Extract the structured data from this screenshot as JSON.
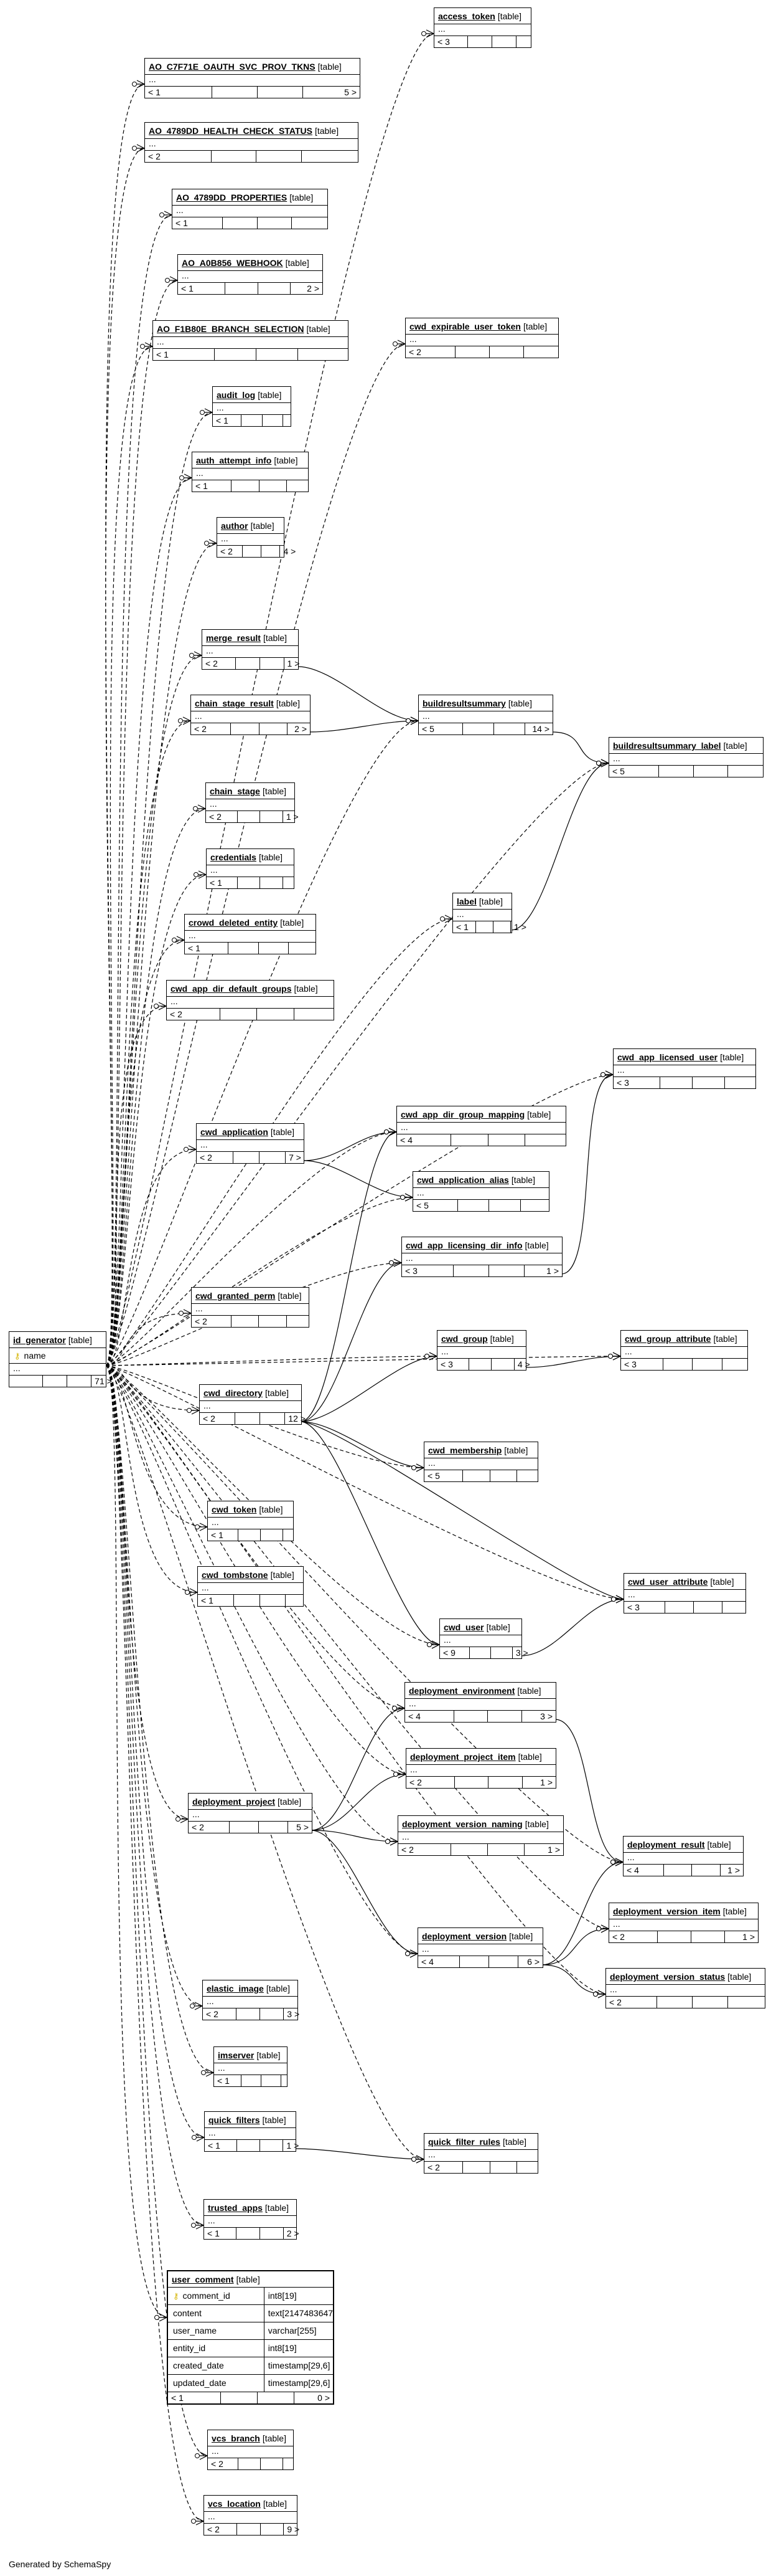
{
  "diagram": {
    "tables": [
      {
        "id": "access_token",
        "name": "access_token",
        "type": "[table]",
        "parents": "< 3",
        "children": ""
      },
      {
        "id": "ao_c7f71e",
        "name": "AO_C7F71E_OAUTH_SVC_PROV_TKNS",
        "type": "[table]",
        "parents": "< 1",
        "children": "5 >"
      },
      {
        "id": "ao_4789dd_hc",
        "name": "AO_4789DD_HEALTH_CHECK_STATUS",
        "type": "[table]",
        "parents": "< 2",
        "children": ""
      },
      {
        "id": "ao_4789dd_props",
        "name": "AO_4789DD_PROPERTIES",
        "type": "[table]",
        "parents": "< 1",
        "children": ""
      },
      {
        "id": "ao_a0b856",
        "name": "AO_A0B856_WEBHOOK",
        "type": "[table]",
        "parents": "< 1",
        "children": "2 >"
      },
      {
        "id": "ao_f1b80e",
        "name": "AO_F1B80E_BRANCH_SELECTION",
        "type": "[table]",
        "parents": "< 1",
        "children": ""
      },
      {
        "id": "cwd_expirable",
        "name": "cwd_expirable_user_token",
        "type": "[table]",
        "parents": "< 2",
        "children": ""
      },
      {
        "id": "audit_log",
        "name": "audit_log",
        "type": "[table]",
        "parents": "< 1",
        "children": ""
      },
      {
        "id": "auth_attempt",
        "name": "auth_attempt_info",
        "type": "[table]",
        "parents": "< 1",
        "children": ""
      },
      {
        "id": "author",
        "name": "author",
        "type": "[table]",
        "parents": "< 2",
        "children": "4 >"
      },
      {
        "id": "merge_result",
        "name": "merge_result",
        "type": "[table]",
        "parents": "< 2",
        "children": "1 >"
      },
      {
        "id": "chain_stage_result",
        "name": "chain_stage_result",
        "type": "[table]",
        "parents": "< 2",
        "children": "2 >"
      },
      {
        "id": "buildresultsummary",
        "name": "buildresultsummary",
        "type": "[table]",
        "parents": "< 5",
        "children": "14 >"
      },
      {
        "id": "brs_label",
        "name": "buildresultsummary_label",
        "type": "[table]",
        "parents": "< 5",
        "children": ""
      },
      {
        "id": "chain_stage",
        "name": "chain_stage",
        "type": "[table]",
        "parents": "< 2",
        "children": "1 >"
      },
      {
        "id": "credentials",
        "name": "credentials",
        "type": "[table]",
        "parents": "< 1",
        "children": ""
      },
      {
        "id": "label",
        "name": "label",
        "type": "[table]",
        "parents": "< 1",
        "children": "1 >"
      },
      {
        "id": "crowd_deleted",
        "name": "crowd_deleted_entity",
        "type": "[table]",
        "parents": "< 1",
        "children": ""
      },
      {
        "id": "cwd_app_dir_default_groups",
        "name": "cwd_app_dir_default_groups",
        "type": "[table]",
        "parents": "< 2",
        "children": ""
      },
      {
        "id": "cwd_app_licensed_user",
        "name": "cwd_app_licensed_user",
        "type": "[table]",
        "parents": "< 3",
        "children": ""
      },
      {
        "id": "cwd_application",
        "name": "cwd_application",
        "type": "[table]",
        "parents": "< 2",
        "children": "7 >"
      },
      {
        "id": "cwd_app_dir_group_mapping",
        "name": "cwd_app_dir_group_mapping",
        "type": "[table]",
        "parents": "< 4",
        "children": ""
      },
      {
        "id": "cwd_application_alias",
        "name": "cwd_application_alias",
        "type": "[table]",
        "parents": "< 5",
        "children": ""
      },
      {
        "id": "cwd_app_licensing_dir_info",
        "name": "cwd_app_licensing_dir_info",
        "type": "[table]",
        "parents": "< 3",
        "children": "1 >"
      },
      {
        "id": "cwd_granted_perm",
        "name": "cwd_granted_perm",
        "type": "[table]",
        "parents": "< 2",
        "children": ""
      },
      {
        "id": "id_generator",
        "name": "id_generator",
        "type": "[table]",
        "parents": "",
        "children": "71 >"
      },
      {
        "id": "cwd_group",
        "name": "cwd_group",
        "type": "[table]",
        "parents": "< 3",
        "children": "4 >"
      },
      {
        "id": "cwd_group_attribute",
        "name": "cwd_group_attribute",
        "type": "[table]",
        "parents": "< 3",
        "children": ""
      },
      {
        "id": "cwd_directory",
        "name": "cwd_directory",
        "type": "[table]",
        "parents": "< 2",
        "children": "12 >"
      },
      {
        "id": "cwd_membership",
        "name": "cwd_membership",
        "type": "[table]",
        "parents": "< 5",
        "children": ""
      },
      {
        "id": "cwd_token",
        "name": "cwd_token",
        "type": "[table]",
        "parents": "< 1",
        "children": ""
      },
      {
        "id": "cwd_tombstone",
        "name": "cwd_tombstone",
        "type": "[table]",
        "parents": "< 1",
        "children": ""
      },
      {
        "id": "cwd_user_attribute",
        "name": "cwd_user_attribute",
        "type": "[table]",
        "parents": "< 3",
        "children": ""
      },
      {
        "id": "cwd_user",
        "name": "cwd_user",
        "type": "[table]",
        "parents": "< 9",
        "children": "3 >"
      },
      {
        "id": "deployment_environment",
        "name": "deployment_environment",
        "type": "[table]",
        "parents": "< 4",
        "children": "3 >"
      },
      {
        "id": "deployment_project_item",
        "name": "deployment_project_item",
        "type": "[table]",
        "parents": "< 2",
        "children": "1 >"
      },
      {
        "id": "deployment_project",
        "name": "deployment_project",
        "type": "[table]",
        "parents": "< 2",
        "children": "5 >"
      },
      {
        "id": "deployment_version_naming",
        "name": "deployment_version_naming",
        "type": "[table]",
        "parents": "< 2",
        "children": "1 >"
      },
      {
        "id": "deployment_result",
        "name": "deployment_result",
        "type": "[table]",
        "parents": "< 4",
        "children": "1 >"
      },
      {
        "id": "deployment_version_item",
        "name": "deployment_version_item",
        "type": "[table]",
        "parents": "< 2",
        "children": "1 >"
      },
      {
        "id": "deployment_version",
        "name": "deployment_version",
        "type": "[table]",
        "parents": "< 4",
        "children": "6 >"
      },
      {
        "id": "deployment_version_status",
        "name": "deployment_version_status",
        "type": "[table]",
        "parents": "< 2",
        "children": ""
      },
      {
        "id": "elastic_image",
        "name": "elastic_image",
        "type": "[table]",
        "parents": "< 2",
        "children": "3 >"
      },
      {
        "id": "imserver",
        "name": "imserver",
        "type": "[table]",
        "parents": "< 1",
        "children": ""
      },
      {
        "id": "quick_filters",
        "name": "quick_filters",
        "type": "[table]",
        "parents": "< 1",
        "children": "1 >"
      },
      {
        "id": "quick_filter_rules",
        "name": "quick_filter_rules",
        "type": "[table]",
        "parents": "< 2",
        "children": ""
      },
      {
        "id": "trusted_apps",
        "name": "trusted_apps",
        "type": "[table]",
        "parents": "< 1",
        "children": "2 >"
      },
      {
        "id": "user_comment",
        "name": "user_comment",
        "type": "[table]",
        "parents": "< 1",
        "children": "0 >"
      },
      {
        "id": "vcs_branch",
        "name": "vcs_branch",
        "type": "[table]",
        "parents": "< 2",
        "children": ""
      },
      {
        "id": "vcs_location",
        "name": "vcs_location",
        "type": "[table]",
        "parents": "< 2",
        "children": "9 >"
      }
    ],
    "id_generator_columns": [
      {
        "name": "name",
        "key": true
      }
    ],
    "user_comment_columns": [
      {
        "name": "comment_id",
        "type": "int8[19]",
        "key": true
      },
      {
        "name": "content",
        "type": "text[2147483647]",
        "key": false
      },
      {
        "name": "user_name",
        "type": "varchar[255]",
        "key": false
      },
      {
        "name": "entity_id",
        "type": "int8[19]",
        "key": false
      },
      {
        "name": "created_date",
        "type": "timestamp[29,6]",
        "key": false
      },
      {
        "name": "updated_date",
        "type": "timestamp[29,6]",
        "key": false
      }
    ],
    "ellipsis": "...",
    "key_icon": "key-icon",
    "credit": "Generated by SchemaSpy"
  }
}
